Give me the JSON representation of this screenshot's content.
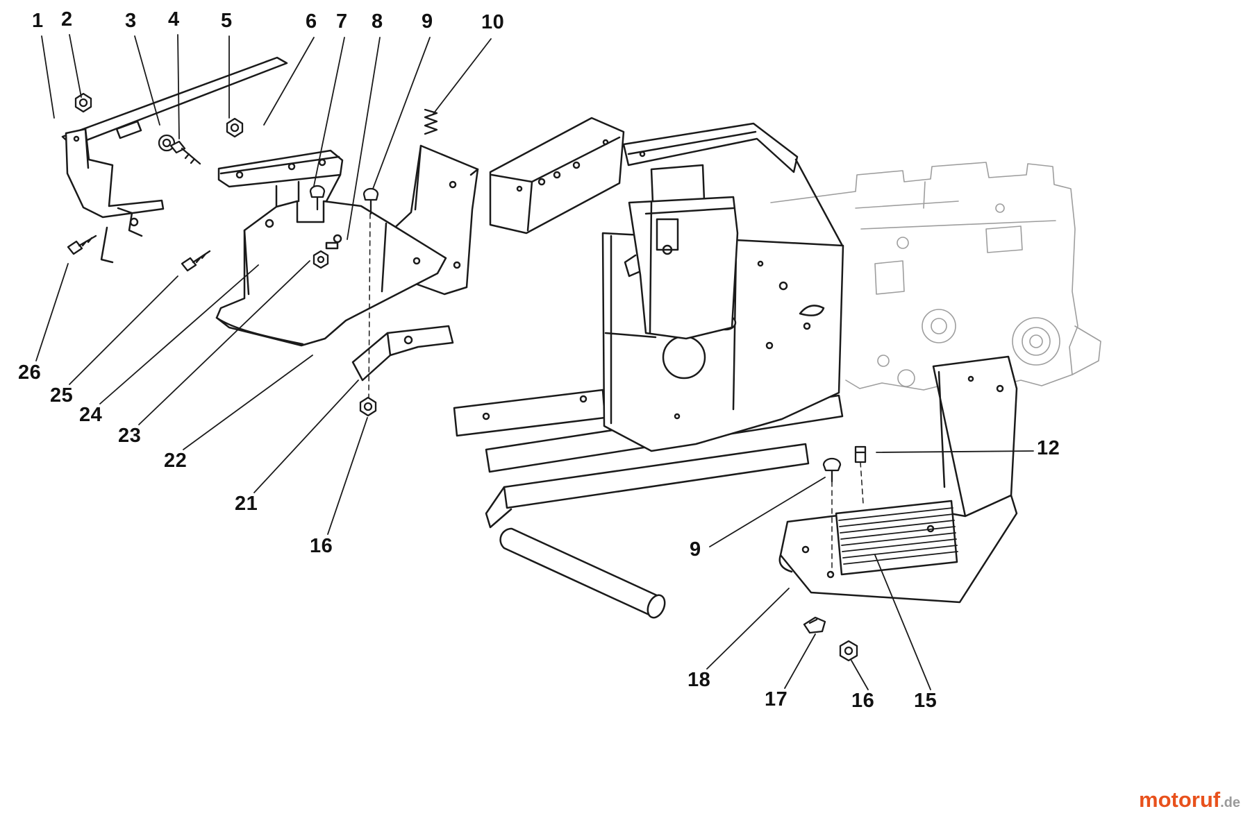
{
  "diagram": {
    "callouts": [
      "1",
      "2",
      "3",
      "4",
      "5",
      "6",
      "7",
      "8",
      "9",
      "10",
      "26",
      "25",
      "24",
      "23",
      "22",
      "21",
      "16",
      "12",
      "9",
      "18",
      "17",
      "16",
      "15"
    ]
  },
  "watermark": {
    "brand": "motoruf",
    "tld": ".de"
  }
}
